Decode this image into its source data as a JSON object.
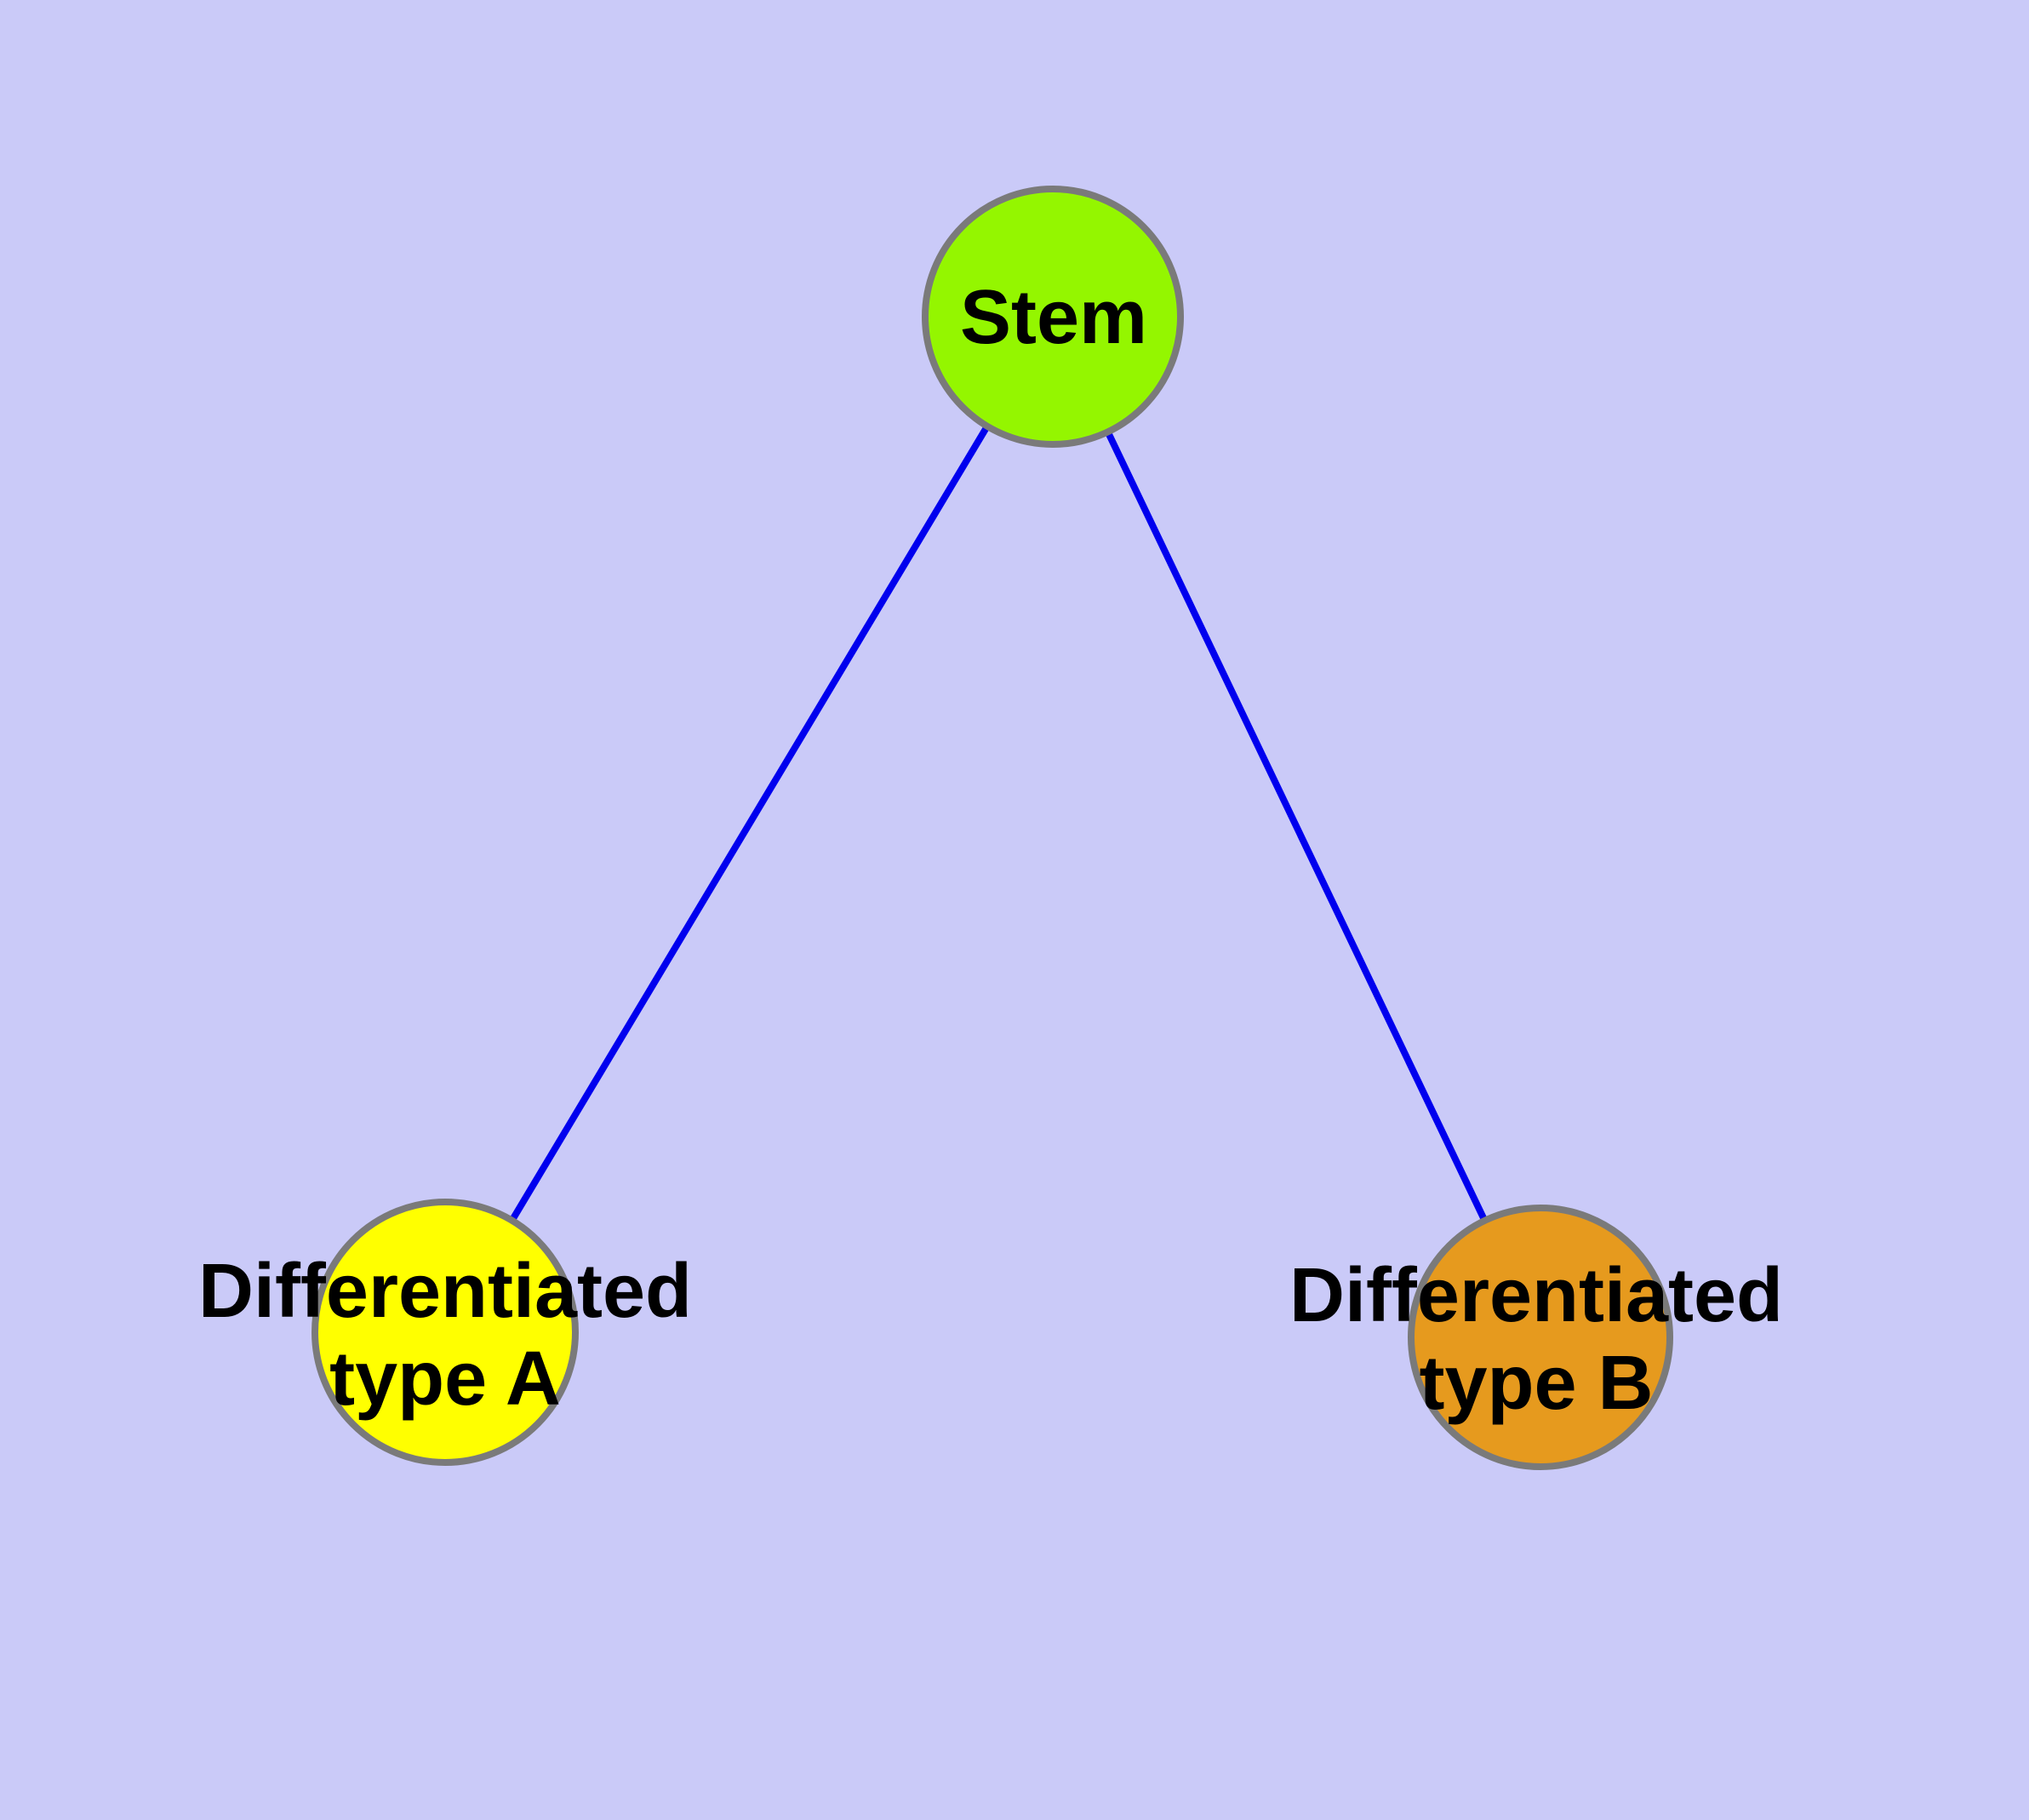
{
  "diagram": {
    "type": "graph",
    "background_color": "#CACAF8",
    "edge_color": "#0000EE",
    "node_border_color": "#7A7A7A",
    "text_color": "#000000",
    "nodes": {
      "stem": {
        "label": "Stem",
        "fill": "#94F600"
      },
      "type_a": {
        "label_line1": "Differentiated",
        "label_line2": "type A",
        "fill": "#FFFF00"
      },
      "type_b": {
        "label_line1": "Differentiated",
        "label_line2": "type B",
        "fill": "#E69A1E"
      }
    },
    "edges": [
      {
        "from": "Stem",
        "to": "Differentiated type A"
      },
      {
        "from": "Stem",
        "to": "Differentiated type B"
      }
    ]
  }
}
